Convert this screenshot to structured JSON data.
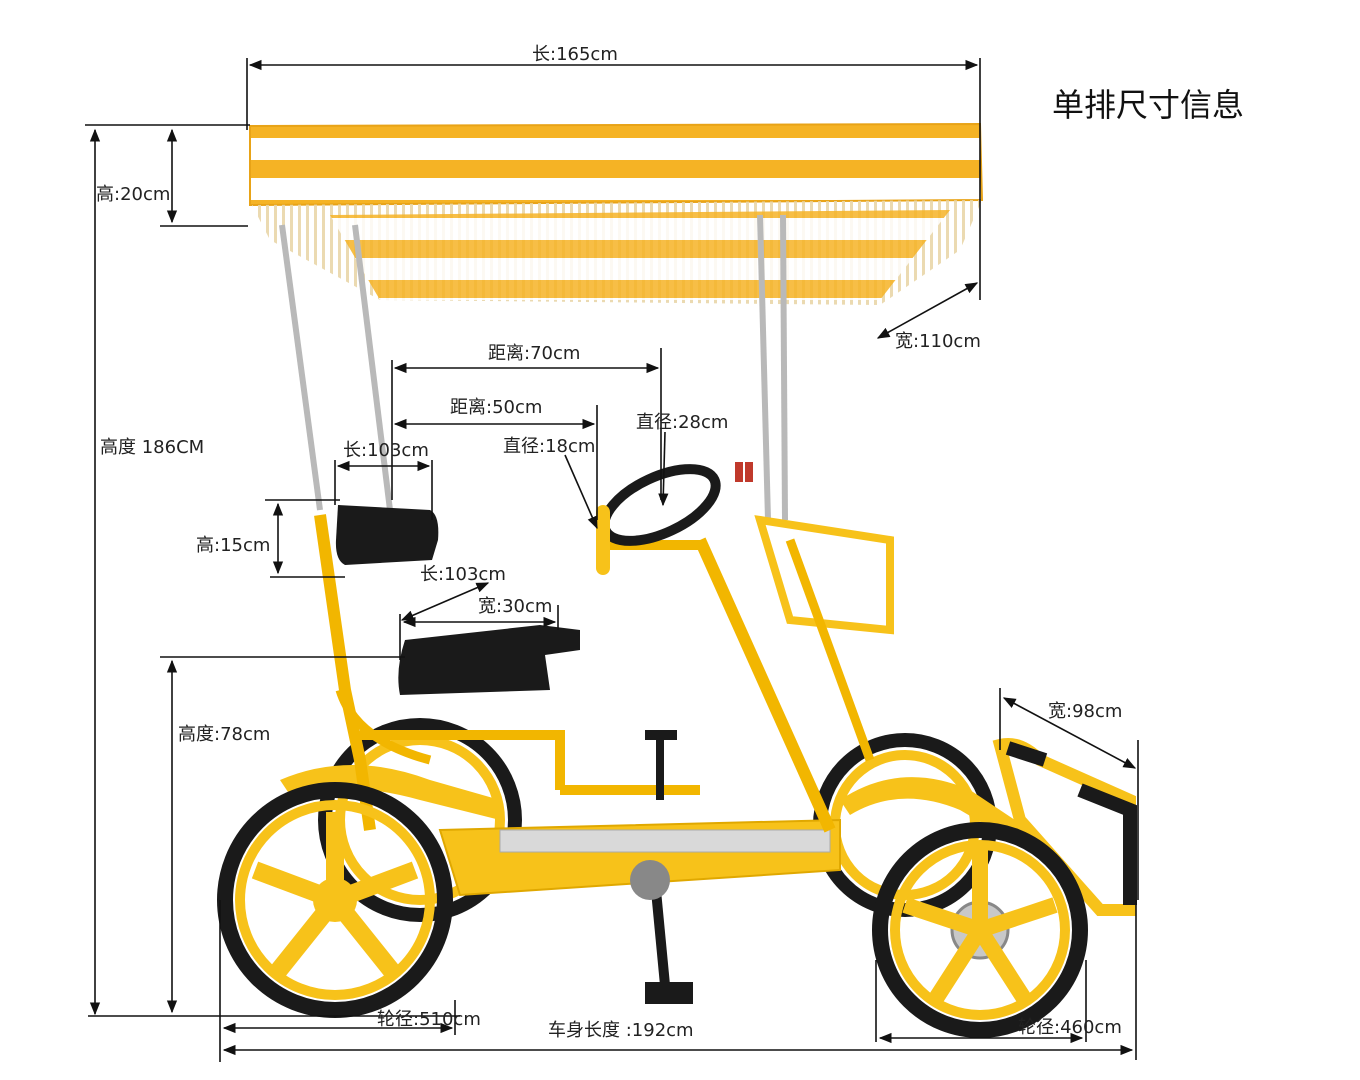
{
  "title": "单排尺寸信息",
  "labels": {
    "canopy_length": "长:165cm",
    "canopy_height": "高:20cm",
    "canopy_width": "宽:110cm",
    "total_height": "高度 186CM",
    "distance_70": "距离:70cm",
    "distance_50": "距离:50cm",
    "wheel_dia_18": "直径:18cm",
    "steer_dia_28": "直径:28cm",
    "backrest_length": "长:103cm",
    "backrest_height": "高:15cm",
    "seat_length": "长:103cm",
    "seat_width": "宽:30cm",
    "seat_height": "高度:78cm",
    "front_width": "宽:98cm",
    "wheel_rear": "轮径:510cm",
    "body_length": "车身长度 :192cm",
    "wheel_front": "轮径:460cm"
  },
  "colors": {
    "frame": "#f7c21a",
    "canopy_stripe": "#f5a623",
    "dark": "#1a1a1a"
  }
}
